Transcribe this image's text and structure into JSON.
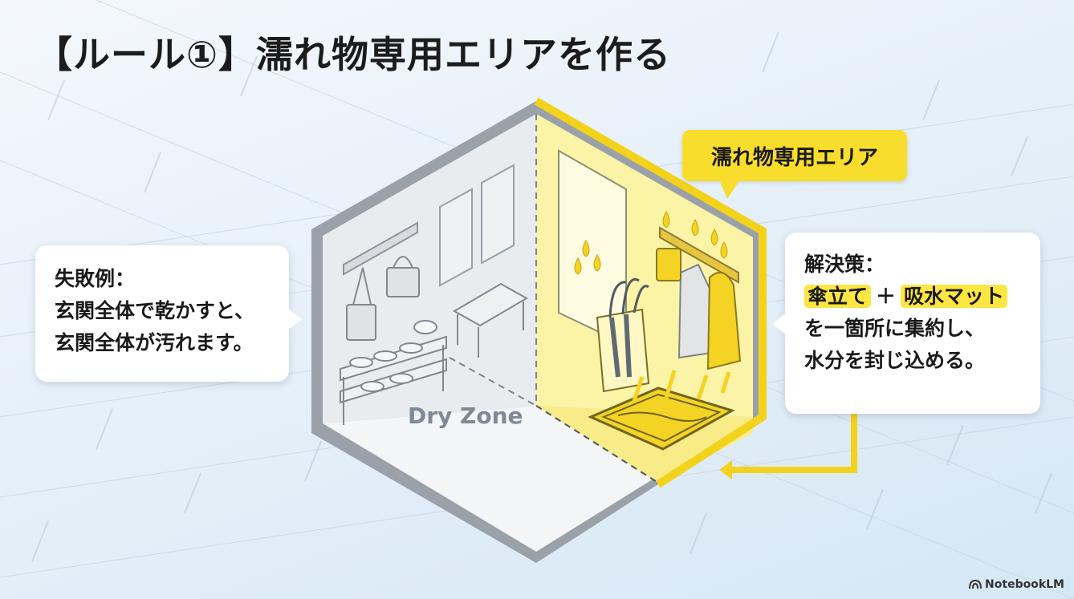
{
  "title": "【ルール①】濡れ物専用エリアを作る",
  "wet_area_tag": "濡れ物専用エリア",
  "dry_zone_label": "Dry Zone",
  "fail_callout": {
    "lines": [
      "失敗例：",
      "玄関全体で乾かすと、",
      "玄関全体が汚れます。"
    ]
  },
  "solution_callout": {
    "heading": "解決策：",
    "item_a": "傘立て",
    "plus": "＋",
    "item_b": "吸水マット",
    "line_2": "を一箇所に集約し、",
    "line_3": "水分を封じ込める。"
  },
  "brand": "NotebookLM",
  "colors": {
    "accent_yellow": "#f8dd2c",
    "text_dark": "#1a1a1a",
    "wall_gray": "#8e959c",
    "background": "#e6f0f9"
  },
  "icons": [
    "umbrella-stand-icon",
    "raincoat-icon",
    "water-drop-icon",
    "absorbent-mat-icon",
    "shoe-rack-icon",
    "bench-icon",
    "bag-icon"
  ]
}
